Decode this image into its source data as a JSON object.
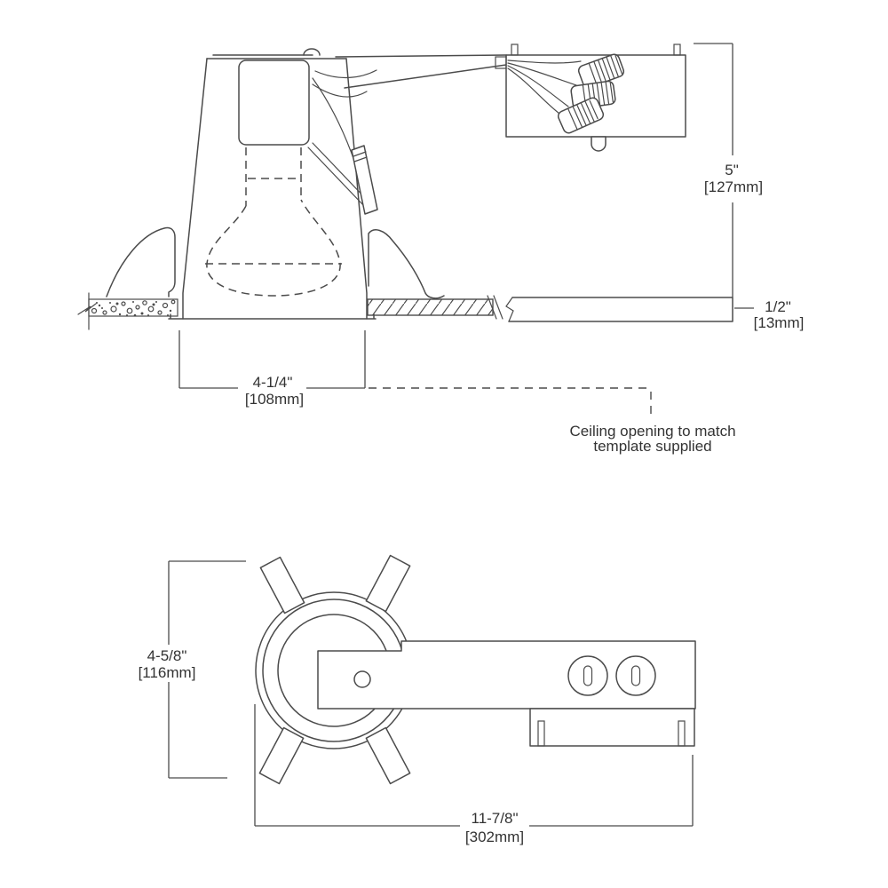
{
  "colors": {
    "background": "#ffffff",
    "line": "#4b4b4b",
    "text": "#333333"
  },
  "side_view": {
    "dim_height_in": "5\"",
    "dim_height_mm": "[127mm]",
    "dim_ceiling_in": "1/2\"",
    "dim_ceiling_mm": "[13mm]",
    "dim_opening_in": "4-1/4\"",
    "dim_opening_mm": "[108mm]",
    "note_line1": "Ceiling opening to match",
    "note_line2": "template supplied"
  },
  "plan_view": {
    "dim_height_in": "4-5/8\"",
    "dim_height_mm": "[116mm]",
    "dim_length_in": "11-7/8\"",
    "dim_length_mm": "[302mm]"
  }
}
